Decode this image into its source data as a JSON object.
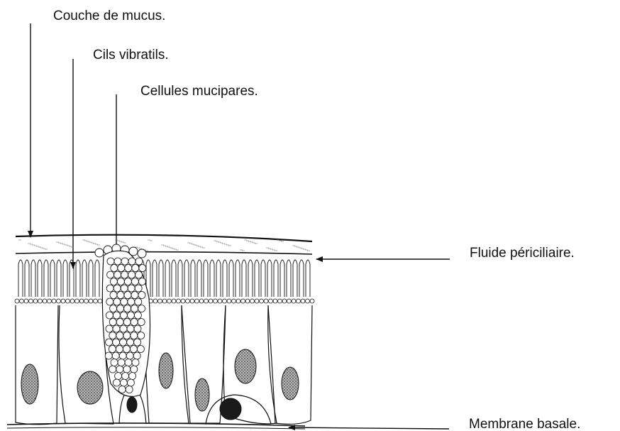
{
  "labels": {
    "mucus": "Couche de mucus.",
    "cilia": "Cils vibratils.",
    "goblet": "Cellules mucipares.",
    "periciliary": "Fluide périciliaire.",
    "basement": "Membrane basale."
  }
}
